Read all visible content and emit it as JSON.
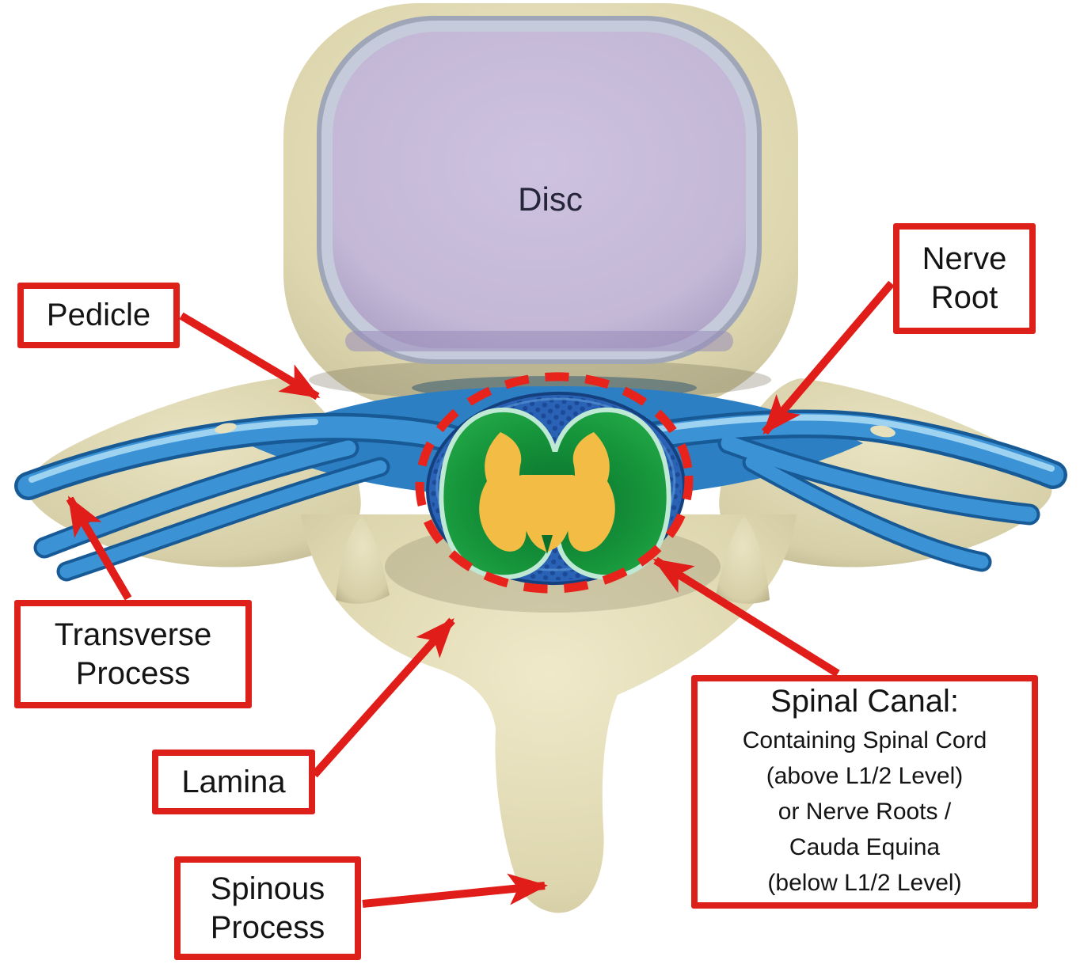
{
  "labels": {
    "disc": "Disc",
    "pedicle": "Pedicle",
    "nerve_root": [
      "Nerve",
      "Root"
    ],
    "transverse_process": [
      "Transverse",
      "Process"
    ],
    "lamina": "Lamina",
    "spinous_process": [
      "Spinous",
      "Process"
    ],
    "spinal_canal": {
      "heading": "Spinal Canal:",
      "lines": [
        "Containing Spinal Cord",
        "(above L1/2 Level)",
        "or Nerve Roots /",
        "Cauda Equina",
        "(below L1/2 Level)"
      ]
    }
  },
  "colors": {
    "callout_red": "#de201a",
    "bone_beige": "#ddd6ae",
    "disc_lavender": "#c6bbd8",
    "nerve_blue": "#3b93d6",
    "thecal_sac_blue": "#2a63b5",
    "cord_green": "#169a38",
    "gray_matter_yellow": "#f2bc45",
    "label_text": "#141414"
  }
}
